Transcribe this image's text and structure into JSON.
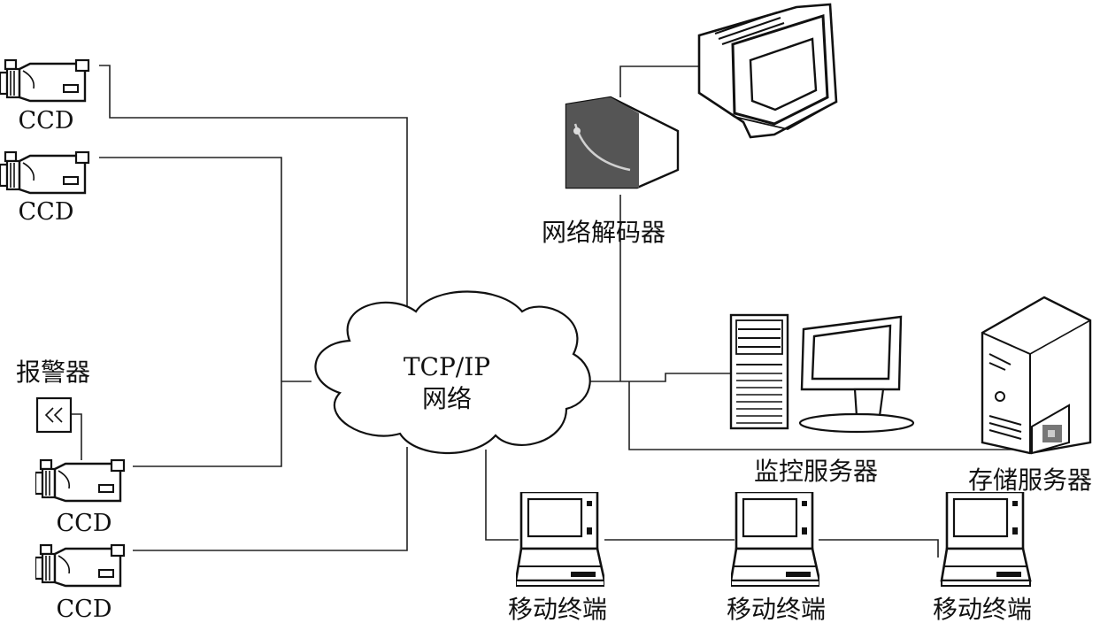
{
  "network": {
    "line1": "TCP/IP",
    "line2": "网络"
  },
  "cameras": [
    {
      "label": "CCD"
    },
    {
      "label": "CCD"
    },
    {
      "label": "CCD"
    },
    {
      "label": "CCD"
    }
  ],
  "alarm": {
    "label": "报警器"
  },
  "decoder": {
    "label": "网络解码器"
  },
  "monitor_server": {
    "label": "监控服务器"
  },
  "storage_server": {
    "label": "存储服务器"
  },
  "mobile_terminals": [
    {
      "label": "移动终端"
    },
    {
      "label": "移动终端"
    },
    {
      "label": "移动终端"
    }
  ]
}
